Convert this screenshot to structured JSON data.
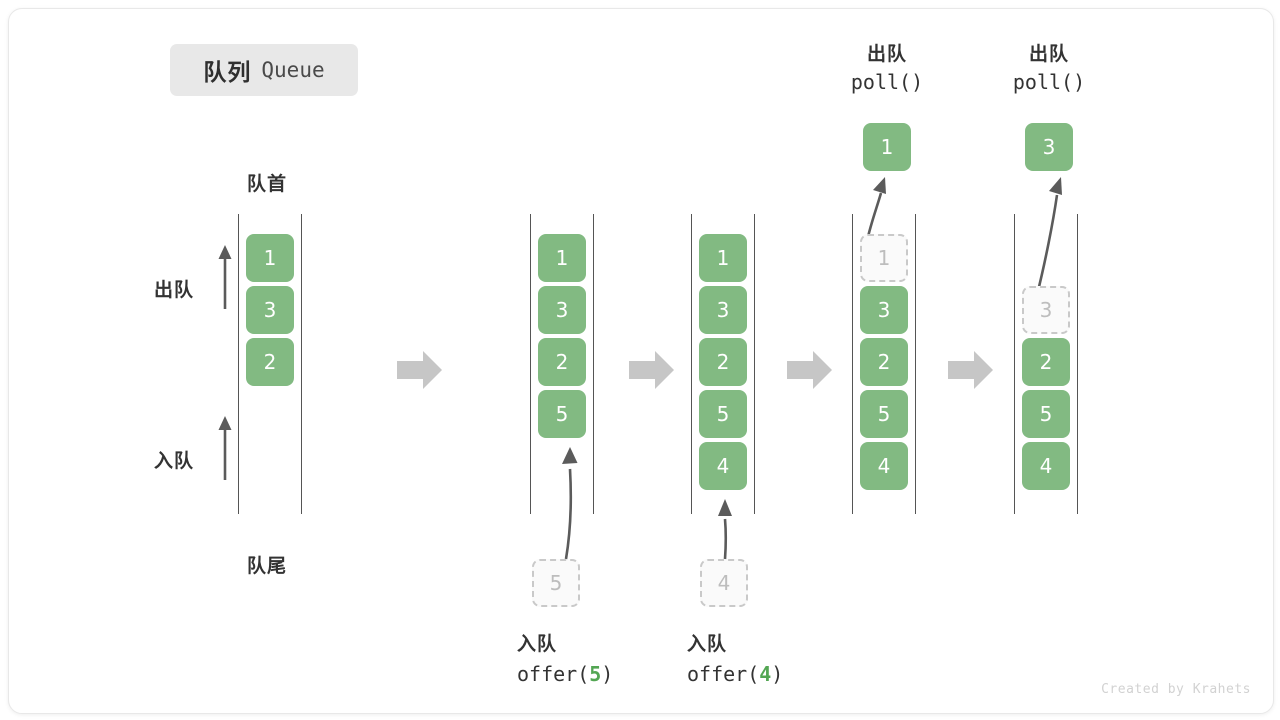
{
  "title": {
    "cn": "队列",
    "en": "Queue"
  },
  "labels": {
    "head": "队首",
    "tail": "队尾",
    "dequeue": "出队",
    "enqueue": "入队"
  },
  "watermark": "Created by Krahets",
  "colors": {
    "element_green": "#82ba82",
    "ghost_border": "#c9c9c9",
    "ghost_text": "#bdbdbd",
    "rail": "#555555",
    "arrow_gray": "#5b5b5b",
    "block_arrow": "#c6c6c6",
    "badge_bg": "#e8e8e8",
    "accent_number": "#53a653"
  },
  "stages": [
    {
      "name": "initial",
      "elements": [
        {
          "value": "1",
          "state": "filled"
        },
        {
          "value": "3",
          "state": "filled"
        },
        {
          "value": "2",
          "state": "filled"
        }
      ]
    },
    {
      "name": "after-offer-5",
      "elements": [
        {
          "value": "1",
          "state": "filled"
        },
        {
          "value": "3",
          "state": "filled"
        },
        {
          "value": "2",
          "state": "filled"
        },
        {
          "value": "5",
          "state": "filled"
        }
      ],
      "incoming": {
        "value": "5",
        "state": "ghost"
      },
      "operation": {
        "cn": "入队",
        "call_prefix": "offer(",
        "arg": "5",
        "call_suffix": ")"
      }
    },
    {
      "name": "after-offer-4",
      "elements": [
        {
          "value": "1",
          "state": "filled"
        },
        {
          "value": "3",
          "state": "filled"
        },
        {
          "value": "2",
          "state": "filled"
        },
        {
          "value": "5",
          "state": "filled"
        },
        {
          "value": "4",
          "state": "filled"
        }
      ],
      "incoming": {
        "value": "4",
        "state": "ghost"
      },
      "operation": {
        "cn": "入队",
        "call_prefix": "offer(",
        "arg": "4",
        "call_suffix": ")"
      }
    },
    {
      "name": "after-poll-1",
      "elements": [
        {
          "value": "1",
          "state": "ghost"
        },
        {
          "value": "3",
          "state": "filled"
        },
        {
          "value": "2",
          "state": "filled"
        },
        {
          "value": "5",
          "state": "filled"
        },
        {
          "value": "4",
          "state": "filled"
        }
      ],
      "outgoing": {
        "value": "1",
        "state": "filled"
      },
      "operation": {
        "cn": "出队",
        "call": "poll()"
      }
    },
    {
      "name": "after-poll-3",
      "elements": [
        {
          "value": "3",
          "state": "ghost"
        },
        {
          "value": "2",
          "state": "filled"
        },
        {
          "value": "5",
          "state": "filled"
        },
        {
          "value": "4",
          "state": "filled"
        }
      ],
      "outgoing": {
        "value": "3",
        "state": "filled"
      },
      "operation": {
        "cn": "出队",
        "call": "poll()"
      }
    }
  ]
}
